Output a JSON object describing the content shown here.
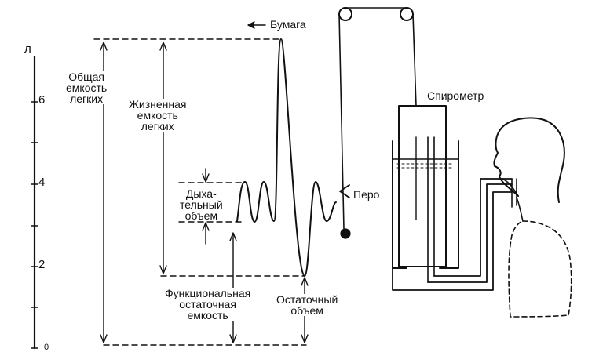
{
  "scale": {
    "unit": "л",
    "ticks": [
      "6",
      "4",
      "2",
      "0"
    ]
  },
  "labels": {
    "paper": "Бумага",
    "spirometer": "Спирометр",
    "pen": "Перо",
    "total_capacity": "Общая\nемкость\nлегких",
    "vital_capacity": "Жизненная\nемкость\nлегких",
    "tidal_volume": "Дыха-\nтельный\nобъем",
    "functional_residual": "Функциональная\nостаточная\nемкость",
    "residual_volume": "Остаточный\nобъем"
  },
  "colors": {
    "ink": "#111111",
    "background": "#ffffff"
  }
}
